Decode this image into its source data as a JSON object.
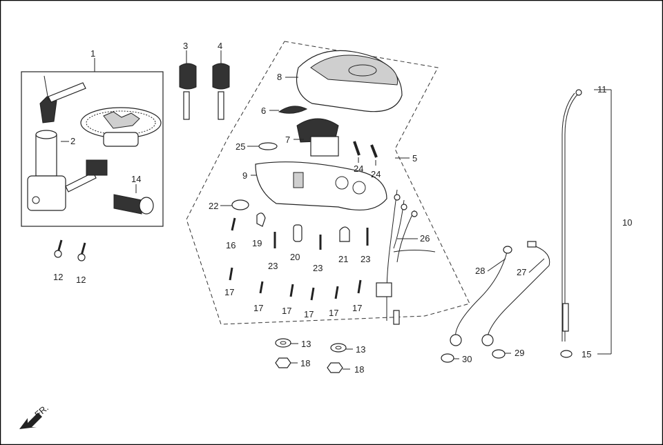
{
  "diagram": {
    "callouts": {
      "c1": "1",
      "c2": "2",
      "c3": "3",
      "c4": "4",
      "c5": "5",
      "c6": "6",
      "c7": "7",
      "c8": "8",
      "c9": "9",
      "c10": "10",
      "c11": "11",
      "c12a": "12",
      "c12b": "12",
      "c13a": "13",
      "c13b": "13",
      "c14": "14",
      "c15": "15",
      "c16": "16",
      "c17a": "17",
      "c17b": "17",
      "c17c": "17",
      "c17d": "17",
      "c17e": "17",
      "c17f": "17",
      "c18a": "18",
      "c18b": "18",
      "c19": "19",
      "c20": "20",
      "c21": "21",
      "c22": "22",
      "c23a": "23",
      "c23b": "23",
      "c23c": "23",
      "c24a": "24",
      "c24b": "24",
      "c25": "25",
      "c26": "26",
      "c27": "27",
      "c28": "28",
      "c29": "29",
      "c30": "30"
    },
    "direction_label": "FR.",
    "colors": {
      "line": "#222222",
      "background": "#ffffff",
      "frame": "#000000"
    },
    "icons": {
      "direction": "arrow-icon"
    }
  }
}
